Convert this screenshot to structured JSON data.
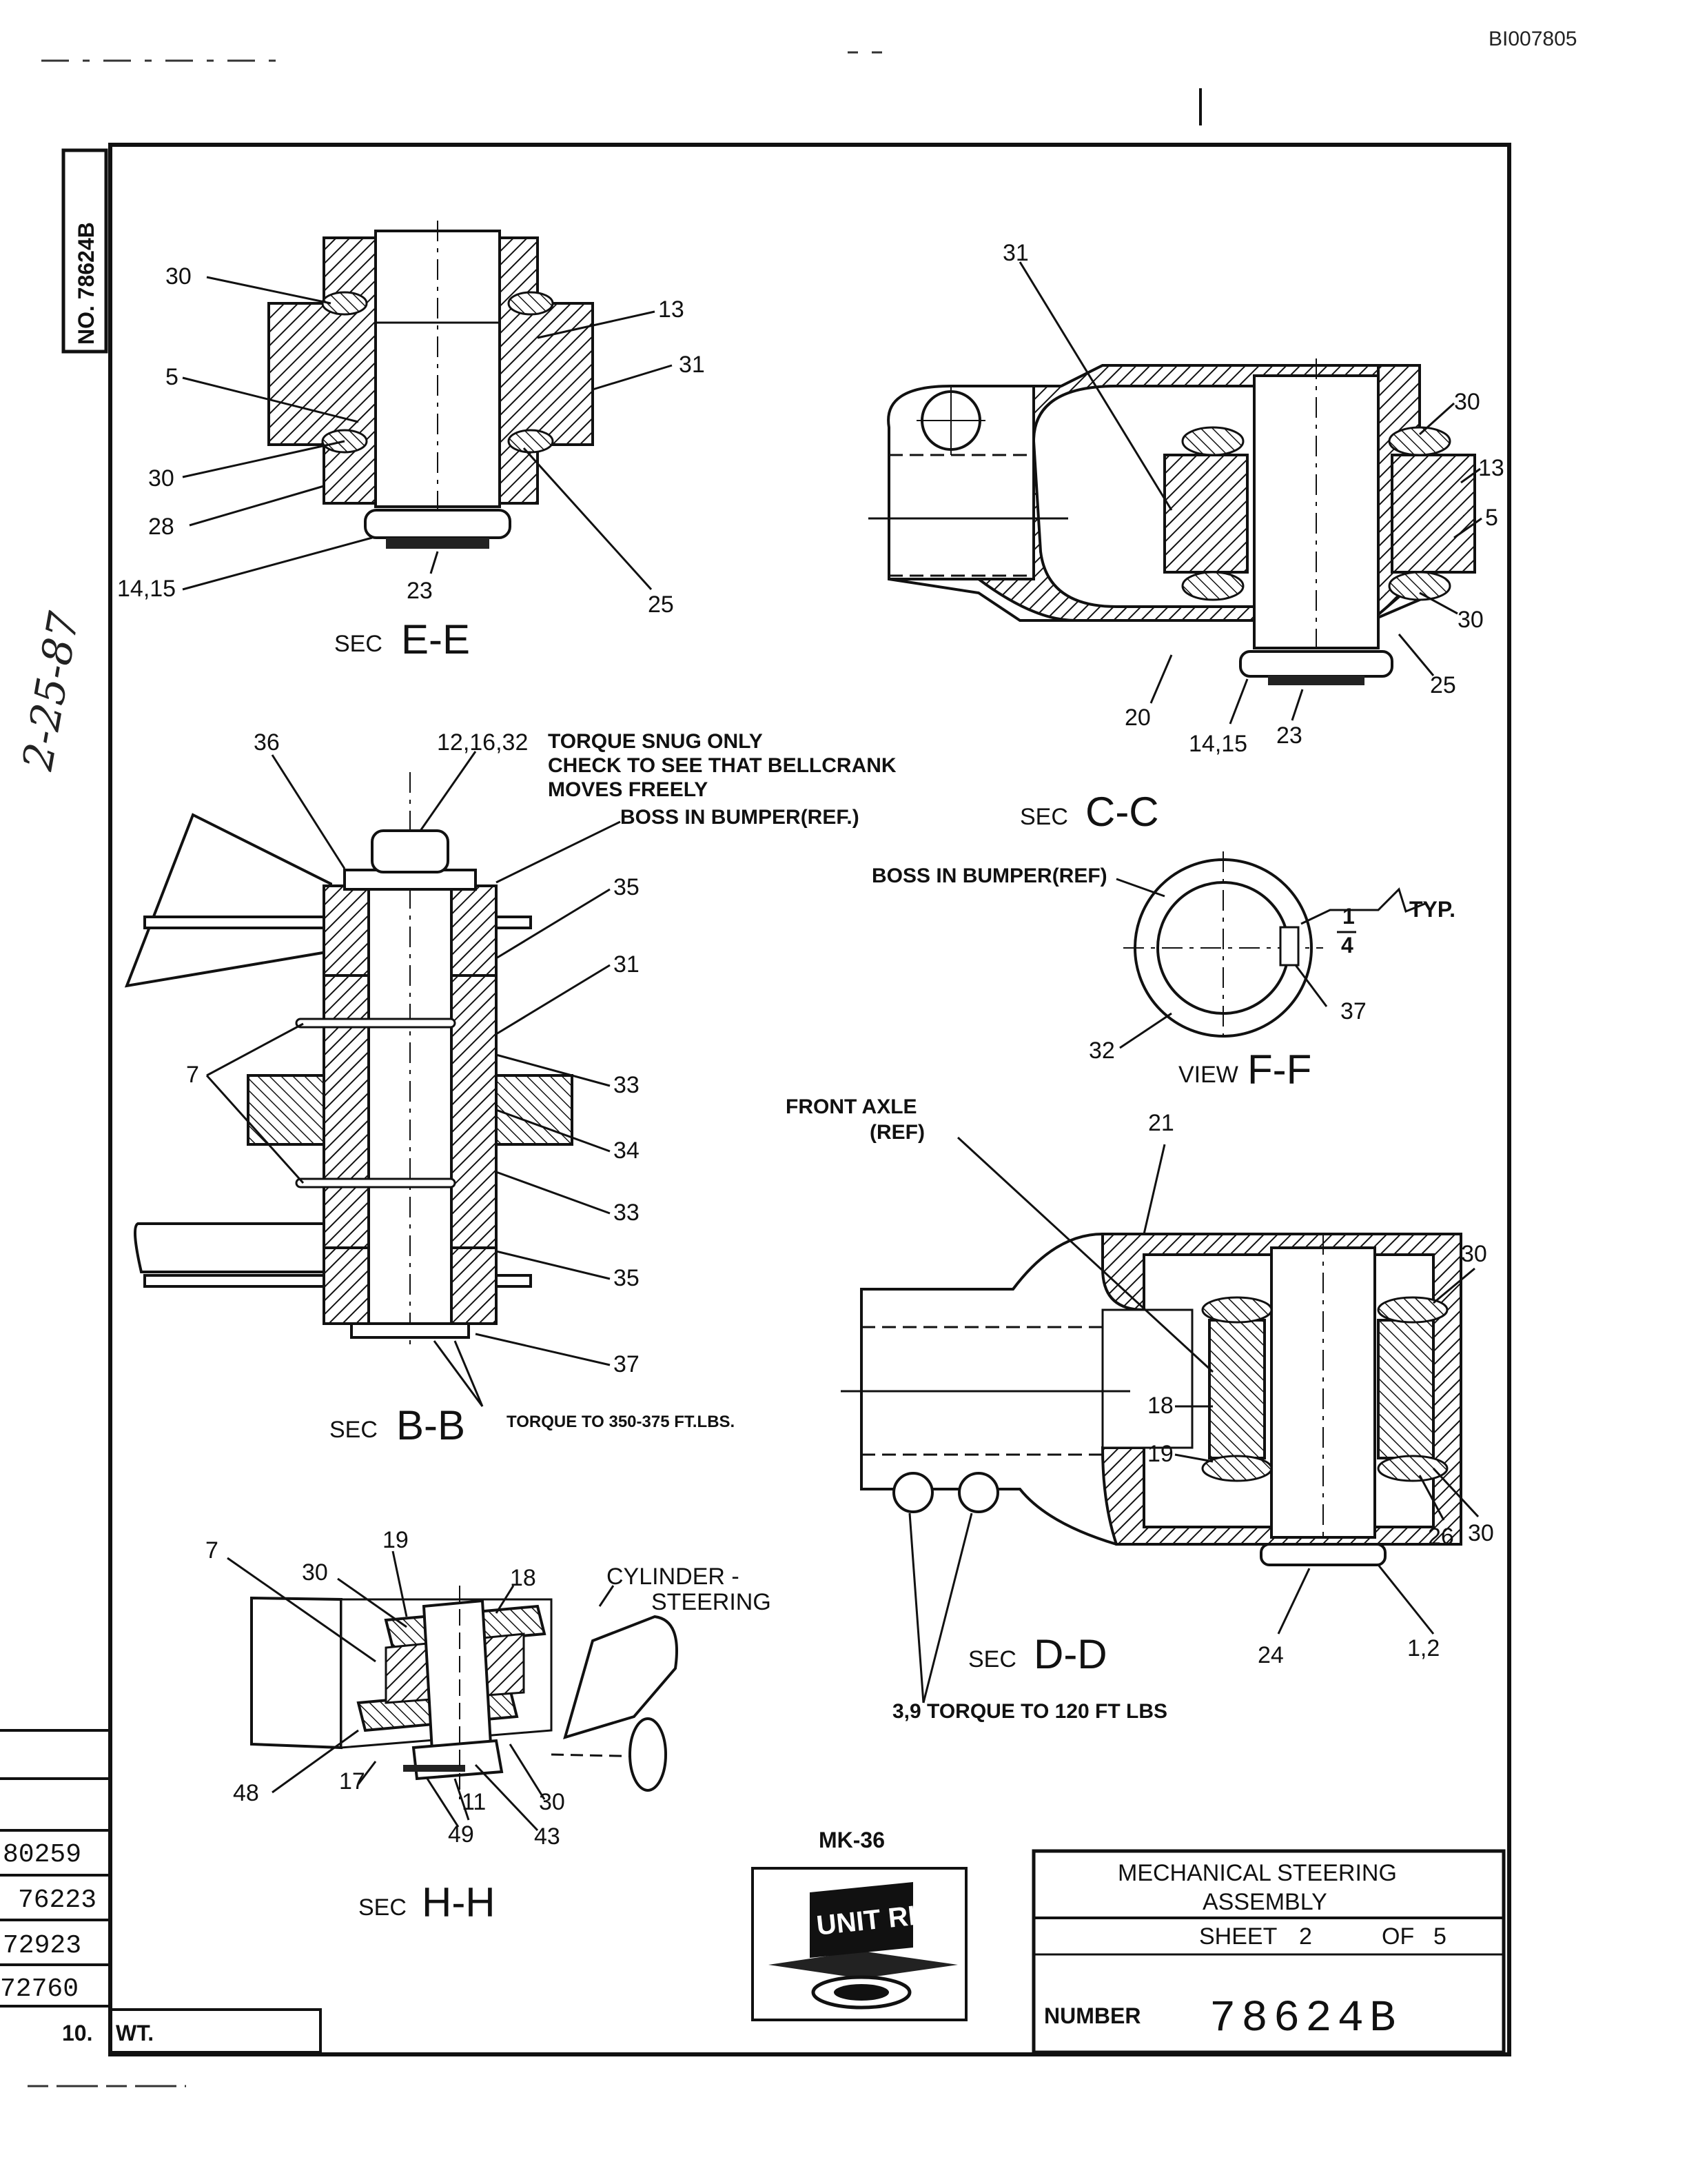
{
  "doc_id": "BI007805",
  "side_tag": "NO. 78624B",
  "handwritten_date": "2-25-87",
  "sections": {
    "ee": {
      "prefix": "SEC",
      "name": "E-E",
      "labels": [
        "30",
        "13",
        "31",
        "5",
        "30",
        "28",
        "14,15",
        "23",
        "25"
      ]
    },
    "cc": {
      "prefix": "SEC",
      "name": "C-C",
      "labels": [
        "31",
        "30",
        "13",
        "5",
        "30",
        "25",
        "20",
        "14,15",
        "23"
      ]
    },
    "bb": {
      "prefix": "SEC",
      "name": "B-B",
      "labels": [
        "36",
        "12,16,32",
        "35",
        "31",
        "7",
        "33",
        "34",
        "33",
        "35",
        "37"
      ],
      "note1": "TORQUE SNUG ONLY",
      "note2": "CHECK TO SEE THAT BELLCRANK",
      "note3": "MOVES FREELY",
      "boss": "BOSS IN BUMPER(REF.)",
      "torque": "TORQUE TO 350-375 FT.LBS."
    },
    "ff": {
      "prefix": "VIEW",
      "name": "F-F",
      "boss": "BOSS IN BUMPER(REF)",
      "typ": "TYP.",
      "frac_num": "1",
      "frac_den": "4",
      "labels": [
        "37",
        "32"
      ]
    },
    "dd": {
      "prefix": "SEC",
      "name": "D-D",
      "front": "FRONT AXLE",
      "ref": "(REF)",
      "labels": [
        "21",
        "30",
        "18",
        "19",
        "26",
        "30",
        "24",
        "1,2"
      ],
      "torque": "3,9 TORQUE TO 120 FT LBS"
    },
    "hh": {
      "prefix": "SEC",
      "name": "H-H",
      "cyl1": "CYLINDER -",
      "cyl2": "STEERING",
      "labels": [
        "7",
        "30",
        "19",
        "18",
        "48",
        "17",
        "11",
        "30",
        "49",
        "43"
      ]
    }
  },
  "model": "MK-36",
  "logo_text": "UNIT RIG",
  "title_block": {
    "line1": "MECHANICAL STEERING",
    "line2": "ASSEMBLY",
    "sheet_label": "SHEET",
    "sheet": "2",
    "of_label": "OF",
    "of": "5",
    "number_label": "NUMBER",
    "number": "78624B"
  },
  "revisions": [
    "80259",
    "76223",
    "72923",
    "72760"
  ],
  "footer": {
    "no": "10.",
    "wt": "WT."
  }
}
